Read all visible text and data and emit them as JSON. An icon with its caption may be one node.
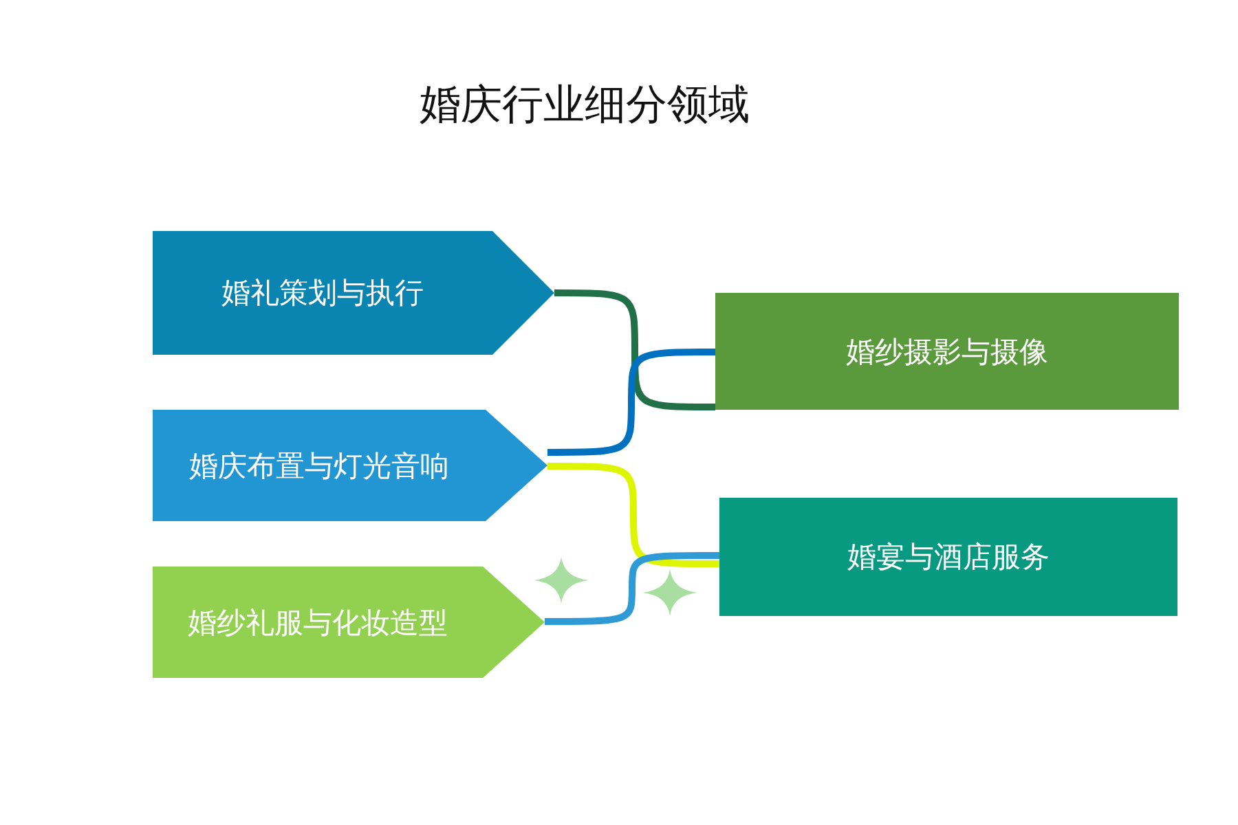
{
  "diagram": {
    "title": "婚庆行业细分领域",
    "nodes": [
      {
        "text": [
          "婚礼策划与执行"
        ]
      },
      {
        "text": [
          "婚纱摄影与摄像"
        ]
      },
      {
        "text": [
          "婚庆布置与灯光音响"
        ]
      },
      {
        "text": [
          "婚宴与酒店服务"
        ]
      },
      {
        "text": [
          "婚纱礼服与化妆造型"
        ]
      }
    ],
    "edges": [
      {
        "from": 0,
        "to": 1,
        "arrow": "none",
        "color": "#217048"
      },
      {
        "from": 2,
        "to": 1,
        "arrow": "none",
        "color": "#0070c0"
      },
      {
        "from": 2,
        "to": 3,
        "arrow": "none",
        "color": "#ddf500"
      },
      {
        "from": 4,
        "to": 3,
        "arrow": "none",
        "color": "#2e9bd6"
      }
    ]
  }
}
